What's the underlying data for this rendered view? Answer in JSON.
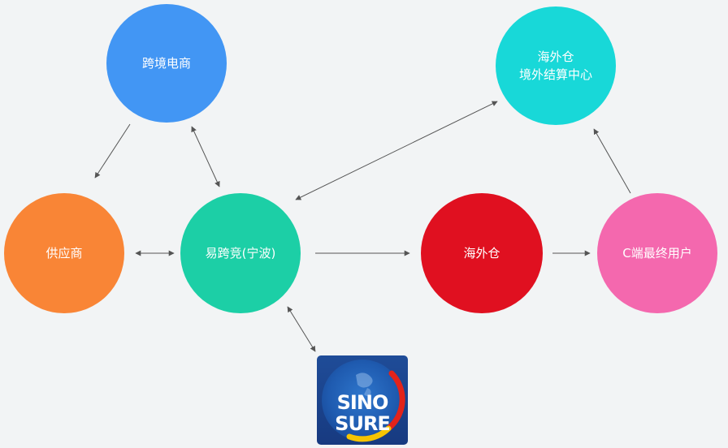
{
  "nodes": {
    "cross_border_ecommerce": "跨境电商",
    "overseas_warehouse_settlement": [
      "海外仓",
      "境外结算中心"
    ],
    "supplier": "供应商",
    "yikuajing_ningbo": "易跨竞(宁波)",
    "overseas_warehouse": "海外仓",
    "c_end_user": "C端最终用户"
  },
  "logo": {
    "lines": [
      "SINO",
      "SURE"
    ],
    "colors": {
      "background": "#1a4187",
      "accent_red": "#e2231a",
      "accent_yellow": "#f6c400"
    }
  },
  "colors": {
    "cross_border_ecommerce": "#4296f4",
    "overseas_warehouse_settlement": "#18d8d8",
    "supplier": "#f98536",
    "yikuajing_ningbo": "#1ccfa6",
    "overseas_warehouse": "#e01020",
    "c_end_user": "#f468ae",
    "arrows": "#555555"
  },
  "edges": [
    {
      "from": "cross_border_ecommerce",
      "to": "supplier",
      "direction": "one-way"
    },
    {
      "from": "cross_border_ecommerce",
      "to": "yikuajing_ningbo",
      "direction": "two-way"
    },
    {
      "from": "supplier",
      "to": "yikuajing_ningbo",
      "direction": "two-way"
    },
    {
      "from": "yikuajing_ningbo",
      "to": "overseas_warehouse_settlement",
      "direction": "two-way"
    },
    {
      "from": "yikuajing_ningbo",
      "to": "overseas_warehouse",
      "direction": "one-way"
    },
    {
      "from": "overseas_warehouse",
      "to": "c_end_user",
      "direction": "one-way"
    },
    {
      "from": "c_end_user",
      "to": "overseas_warehouse_settlement",
      "direction": "one-way"
    },
    {
      "from": "yikuajing_ningbo",
      "to": "sinosure",
      "direction": "two-way"
    }
  ]
}
